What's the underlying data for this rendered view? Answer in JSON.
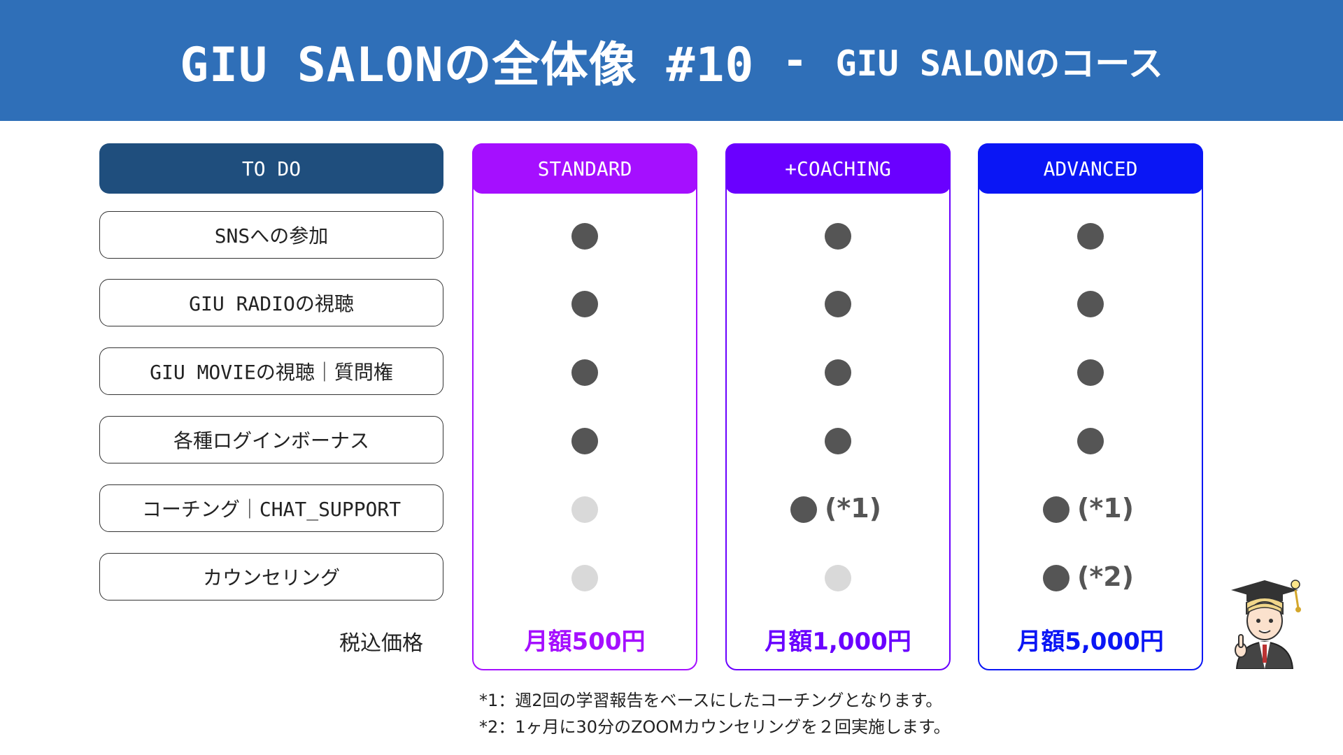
{
  "header": {
    "title": "GIU SALONの全体像 #10",
    "separator": "-",
    "subtitle": "GIU SALONのコース"
  },
  "todo": {
    "heading": "TO DO",
    "items": [
      "SNSへの参加",
      "GIU RADIOの視聴",
      "GIU MOVIEの視聴｜質問権",
      "各種ログインボーナス",
      "コーチング｜CHAT_SUPPORT",
      "カウンセリング"
    ],
    "price_label": "税込価格"
  },
  "plans": [
    {
      "name": "STANDARD",
      "color": "#a50fff",
      "price": "月額500円",
      "features": [
        true,
        true,
        true,
        true,
        false,
        false
      ],
      "notes": [
        "",
        "",
        "",
        "",
        "",
        ""
      ]
    },
    {
      "name": "+COACHING",
      "color": "#6a00ff",
      "price": "月額1,000円",
      "features": [
        true,
        true,
        true,
        true,
        true,
        false
      ],
      "notes": [
        "",
        "",
        "",
        "",
        "(*1)",
        ""
      ]
    },
    {
      "name": "ADVANCED",
      "color": "#0a16f5",
      "price": "月額5,000円",
      "features": [
        true,
        true,
        true,
        true,
        true,
        true
      ],
      "notes": [
        "",
        "",
        "",
        "",
        "(*1)",
        "(*2)"
      ]
    }
  ],
  "footnotes": [
    "*1：週2回の学習報告をベースにしたコーチングとなります。",
    "*2：1ヶ月に30分のZOOMカウンセリングを２回実施します。"
  ],
  "colors": {
    "header_bg": "#2f6fb8",
    "todo_bg": "#1f4e7d",
    "dot_on": "#555555",
    "dot_off": "#d9d9d9"
  },
  "icons": {
    "mascot": "graduate-mascot-icon"
  }
}
